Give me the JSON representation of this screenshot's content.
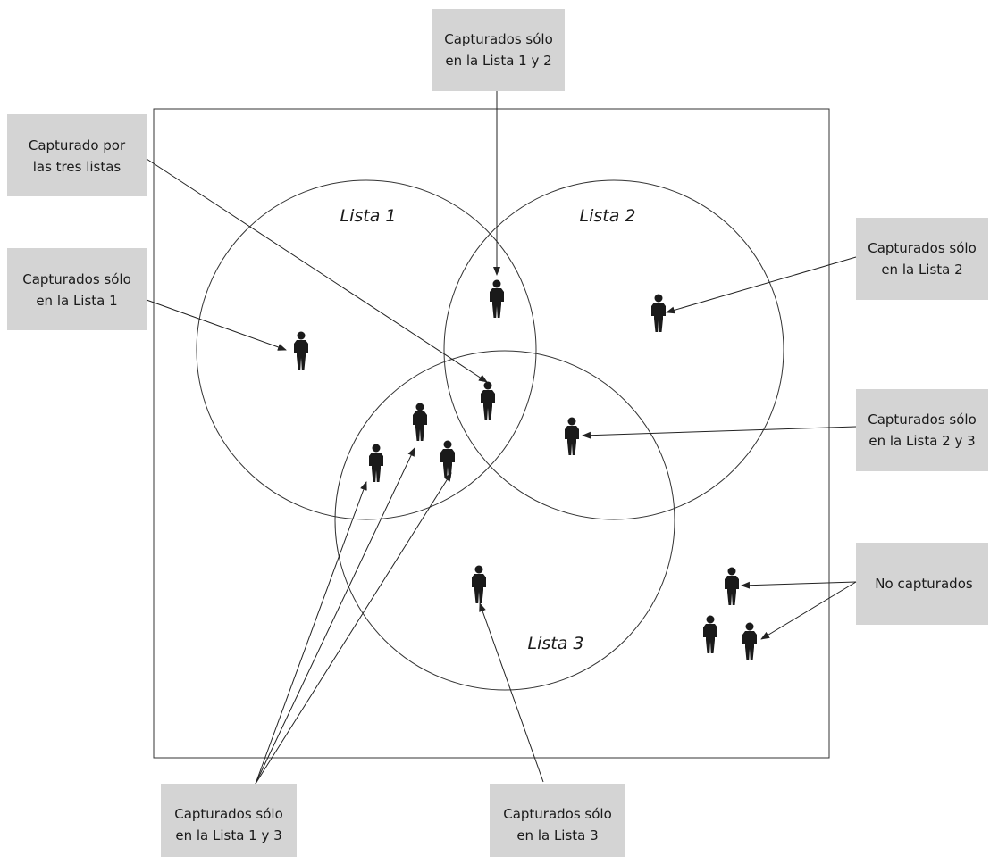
{
  "diagram": {
    "circles": [
      {
        "id": "lista-1",
        "title": "Lista 1"
      },
      {
        "id": "lista-2",
        "title": "Lista 2"
      },
      {
        "id": "lista-3",
        "title": "Lista 3"
      }
    ],
    "labels": {
      "only_1_2": [
        "Capturados sólo",
        "en la Lista 1 y 2"
      ],
      "all_three": [
        "Capturado por",
        "las tres listas"
      ],
      "only_1": [
        "Capturados sólo",
        "en la Lista 1"
      ],
      "only_2": [
        "Capturados sólo",
        "en la Lista 2"
      ],
      "only_2_3": [
        "Capturados sólo",
        "en la Lista 2 y 3"
      ],
      "not_captured": [
        "No capturados"
      ],
      "only_1_3": [
        "Capturados sólo",
        "en la Lista 1 y 3"
      ],
      "only_3": [
        "Capturados sólo",
        "en la Lista 3"
      ]
    },
    "colors": {
      "label_box": "#d4d4d4",
      "person": "#1a1a1a",
      "line": "#222222"
    }
  }
}
